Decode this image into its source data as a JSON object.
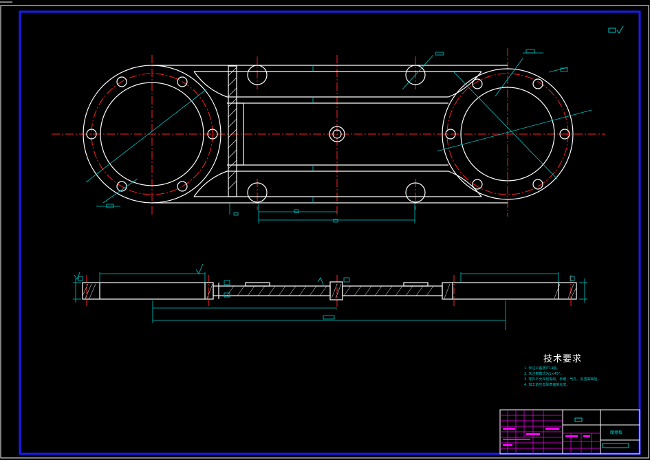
{
  "colors": {
    "background": "#000000",
    "frame": "#1a1aff",
    "outline": "#ffffff",
    "centerline": "#ff2020",
    "dimension": "#00c8c8",
    "table": "#ff00ff"
  },
  "technical_requirements": {
    "title": "技术要求",
    "notes": [
      "1. 未注公差按IT14级。",
      "2. 未注倒角均为1×45°。",
      "3. 零件不允许有裂纹、砂眼、气孔、夹渣等缺陷。",
      "4. 加工前应去除表面氧化皮。"
    ]
  },
  "title_block": {
    "part_name": "摩擦板"
  }
}
